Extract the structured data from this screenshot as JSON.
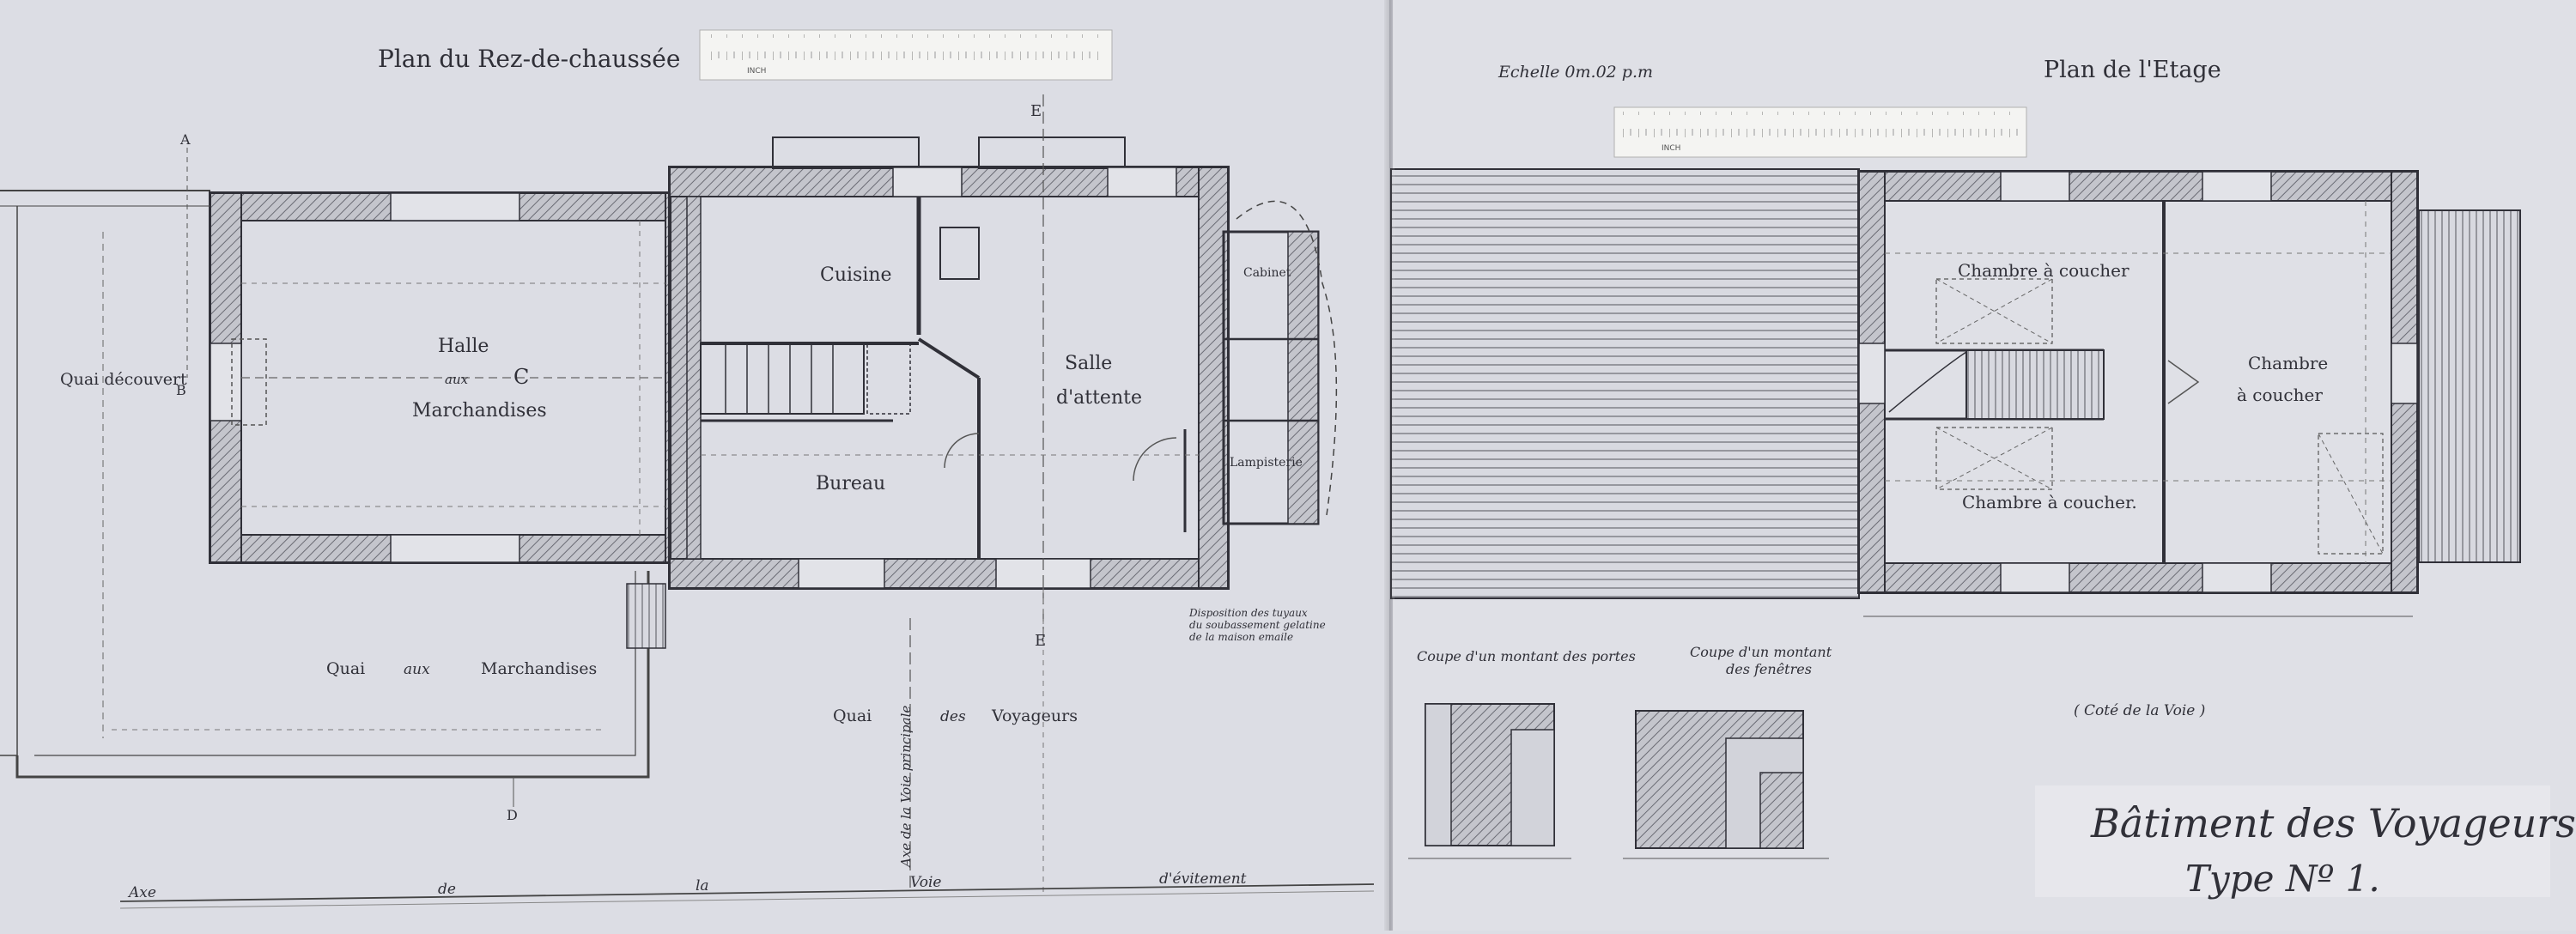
{
  "ground_floor": {
    "title": "Plan du Rez-de-chaussée",
    "rooms": {
      "halle_l1": "Halle",
      "halle_l2": "aux",
      "halle_l3": "Marchandises",
      "cuisine": "Cuisine",
      "salle_l1": "Salle",
      "salle_l2": "d'attente",
      "bureau": "Bureau",
      "cabinet": "Cabinet",
      "lampisterie": "Lampisterie"
    },
    "quays": {
      "quai_decouvert": "Quai découvert",
      "quai_march_1": "Quai",
      "quai_march_2": "aux",
      "quai_march_3": "Marchandises",
      "quai_voy_1": "Quai",
      "quai_voy_2": "des",
      "quai_voy_3": "Voyageurs"
    },
    "bottom_line": [
      "Axe",
      "de",
      "la",
      "Voie",
      "d'évitement"
    ],
    "axis_note": "Axe de la Voie principale",
    "section_letters": {
      "a": "A",
      "b": "B",
      "c": "C",
      "d": "D",
      "e_top": "E",
      "e_bottom": "E"
    },
    "note": [
      "Disposition des tuyaux",
      "du soubassement gelatine",
      "de la maison emaile"
    ]
  },
  "scale": "Echelle 0m.02 p.m",
  "first_floor": {
    "title": "Plan de l'Etage",
    "rooms": {
      "chambre_1": "Chambre à coucher",
      "chambre_2_l1": "Chambre",
      "chambre_2_l2": "à coucher",
      "chambre_3": "Chambre à coucher."
    },
    "side_note": "( Coté de la Voie )"
  },
  "details": {
    "coupe_portes": "Coupe d'un montant des portes",
    "coupe_fenetres_l1": "Coupe d'un montant",
    "coupe_fenetres_l2": "des fenêtres"
  },
  "building_title": {
    "line1": "Bâtiment des Voyageurs,",
    "line2": "Type Nº 1."
  },
  "ruler_label": "INCH"
}
